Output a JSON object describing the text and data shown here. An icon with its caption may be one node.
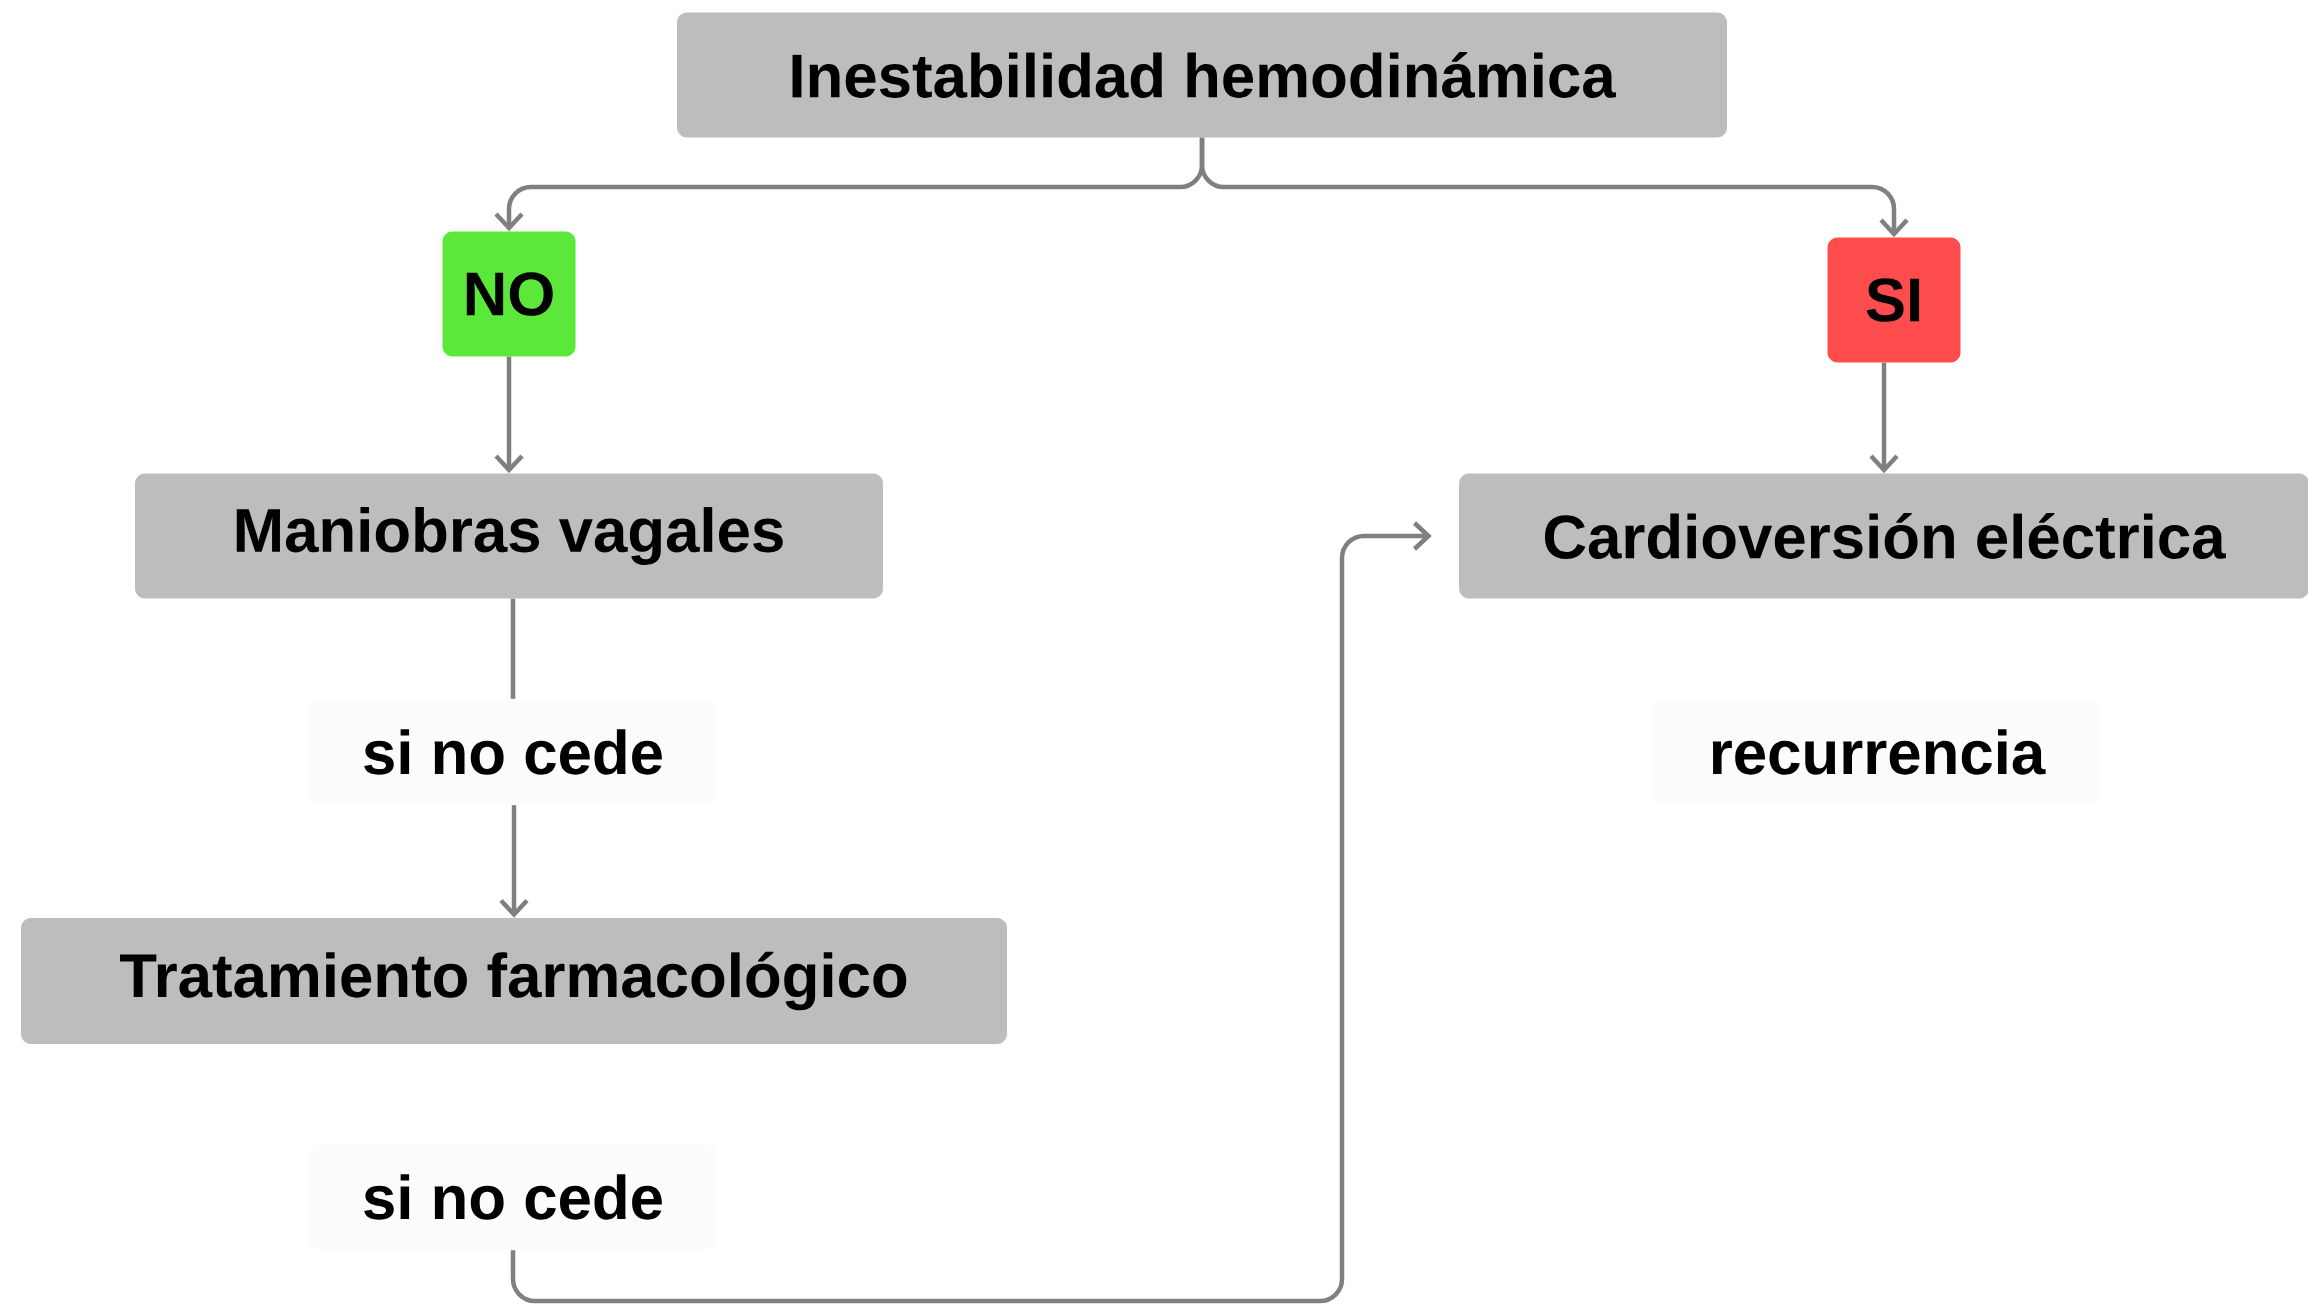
{
  "diagram": {
    "nodes": [
      {
        "text": [
          "Inestabilidad hemodinámica"
        ]
      },
      {
        "text": [
          "NO"
        ]
      },
      {
        "text": [
          "SI"
        ]
      },
      {
        "text": [
          "Maniobras vagales"
        ]
      },
      {
        "text": [
          "si no cede"
        ]
      },
      {
        "text": [
          "Cardioversión eléctrica"
        ]
      },
      {
        "text": [
          "Tratamiento farmacológico"
        ]
      },
      {
        "text": [
          "si no cede"
        ]
      },
      {
        "text": [
          "recurrencia"
        ]
      }
    ],
    "edges": [
      {
        "from": 0,
        "to": 1,
        "arrow": "to"
      },
      {
        "from": 0,
        "to": 2,
        "arrow": "to"
      },
      {
        "from": 1,
        "to": 3,
        "arrow": "to"
      },
      {
        "from": 2,
        "to": 5,
        "arrow": "to"
      },
      {
        "from": 3,
        "to": 4,
        "arrow": "none"
      },
      {
        "from": 4,
        "to": 6,
        "arrow": "to"
      },
      {
        "from": 7,
        "to": 5,
        "arrow": "to"
      }
    ]
  }
}
